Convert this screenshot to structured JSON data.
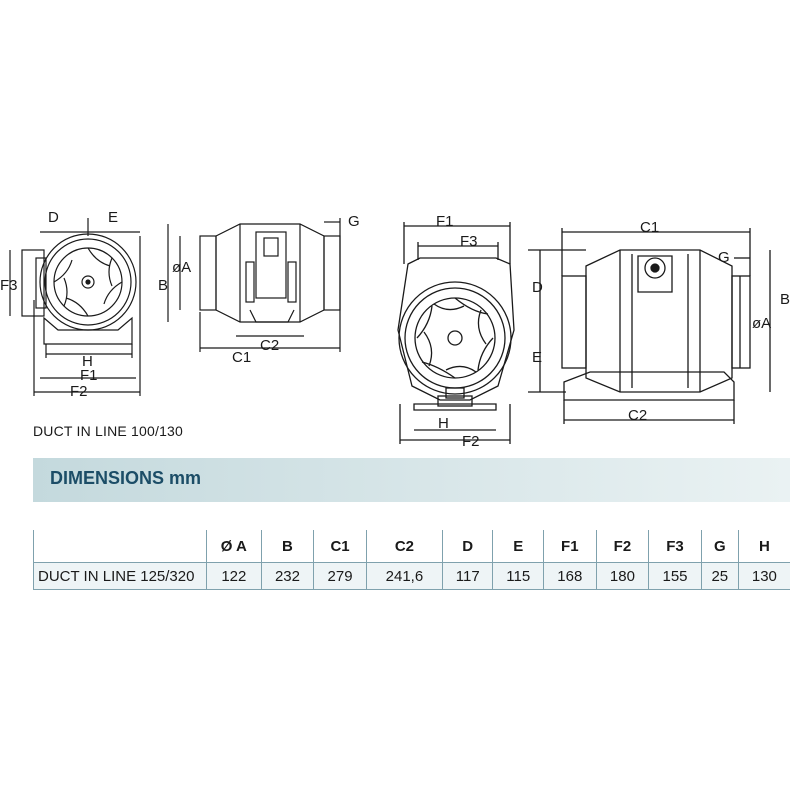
{
  "drawing": {
    "view1_labels": [
      "D",
      "E",
      "F3",
      "H",
      "F1",
      "F2"
    ],
    "view2_labels": [
      "G",
      "B",
      "øA",
      "C2",
      "C1"
    ],
    "view3_labels": [
      "F1",
      "F3",
      "H",
      "F2"
    ],
    "view4_labels": [
      "C1",
      "G",
      "D",
      "B",
      "øA",
      "E",
      "C2"
    ],
    "caption": "DUCT IN LINE 100/130"
  },
  "banner": {
    "title": "DIMENSIONS",
    "unit": "mm"
  },
  "table": {
    "columns": [
      "Ø A",
      "B",
      "C1",
      "C2",
      "D",
      "E",
      "F1",
      "F2",
      "F3",
      "G",
      "H"
    ],
    "rows": [
      {
        "label": "DUCT IN LINE 125/320",
        "values": [
          "122",
          "232",
          "279",
          "241,6",
          "117",
          "115",
          "168",
          "180",
          "155",
          "25",
          "130"
        ]
      }
    ]
  },
  "colors": {
    "banner_gradient_start": "#c4d9dd",
    "banner_gradient_end": "#eaf2f3",
    "title_color": "#1c4d67",
    "line_color": "#1a1a1a",
    "table_border": "#7fa1ad"
  }
}
